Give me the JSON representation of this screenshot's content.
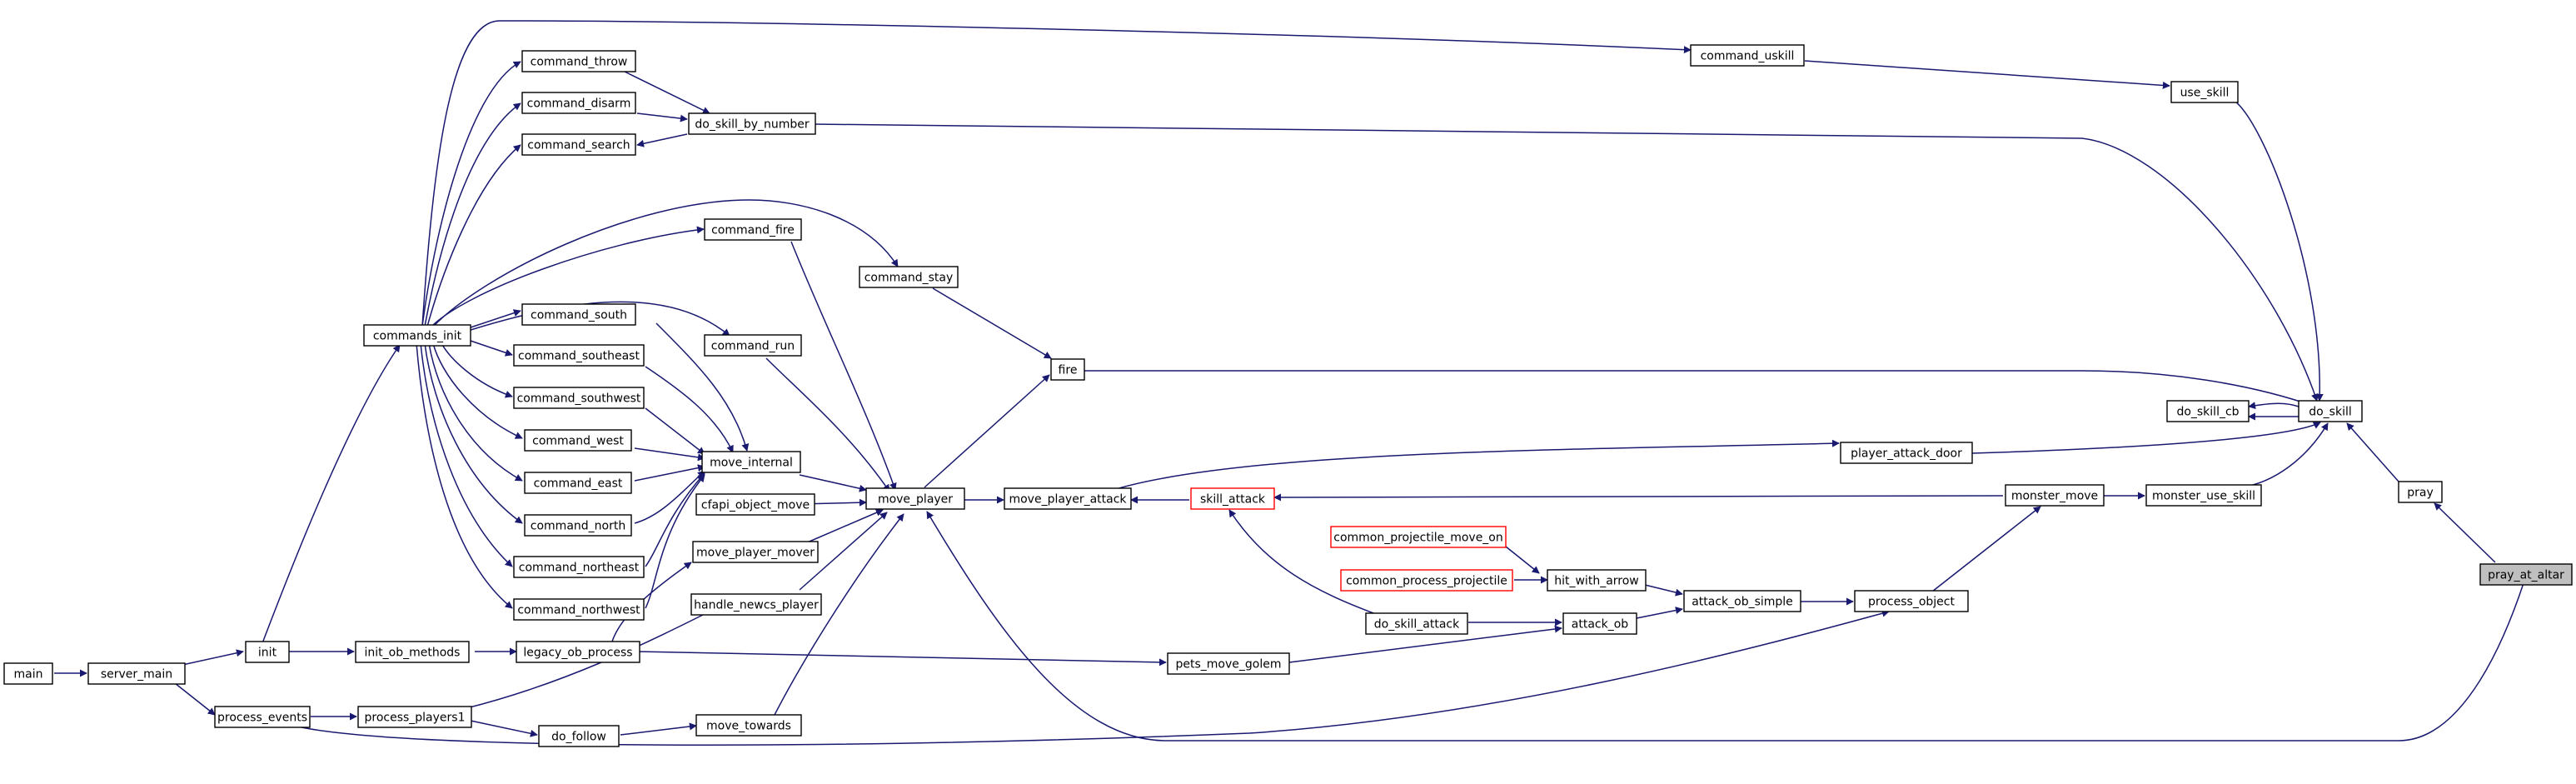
{
  "colors": {
    "edge": "#191970",
    "highlight_node": "#bfbfbf",
    "red_border": "#ff0000",
    "border": "#000000"
  },
  "nodes": [
    {
      "id": "command_throw",
      "label": "command_throw"
    },
    {
      "id": "command_disarm",
      "label": "command_disarm"
    },
    {
      "id": "command_search",
      "label": "command_search"
    },
    {
      "id": "do_skill_by_number",
      "label": "do_skill_by_number"
    },
    {
      "id": "command_uskill",
      "label": "command_uskill"
    },
    {
      "id": "use_skill",
      "label": "use_skill"
    },
    {
      "id": "command_fire",
      "label": "command_fire"
    },
    {
      "id": "command_stay",
      "label": "command_stay"
    },
    {
      "id": "command_south",
      "label": "command_south"
    },
    {
      "id": "commands_init",
      "label": "commands_init"
    },
    {
      "id": "command_run",
      "label": "command_run"
    },
    {
      "id": "command_southeast",
      "label": "command_southeast"
    },
    {
      "id": "fire",
      "label": "fire"
    },
    {
      "id": "command_southwest",
      "label": "command_southwest"
    },
    {
      "id": "do_skill_cb",
      "label": "do_skill_cb"
    },
    {
      "id": "do_skill",
      "label": "do_skill"
    },
    {
      "id": "command_west",
      "label": "command_west"
    },
    {
      "id": "player_attack_door",
      "label": "player_attack_door"
    },
    {
      "id": "move_internal",
      "label": "move_internal"
    },
    {
      "id": "command_east",
      "label": "command_east"
    },
    {
      "id": "pray",
      "label": "pray"
    },
    {
      "id": "monster_move",
      "label": "monster_move"
    },
    {
      "id": "monster_use_skill",
      "label": "monster_use_skill"
    },
    {
      "id": "move_player",
      "label": "move_player"
    },
    {
      "id": "move_player_attack",
      "label": "move_player_attack"
    },
    {
      "id": "skill_attack",
      "label": "skill_attack",
      "red": true
    },
    {
      "id": "cfapi_object_move",
      "label": "cfapi_object_move"
    },
    {
      "id": "command_north",
      "label": "command_north"
    },
    {
      "id": "common_projectile_move_on",
      "label": "common_projectile_move_on",
      "red": true
    },
    {
      "id": "command_northeast",
      "label": "command_northeast"
    },
    {
      "id": "move_player_mover",
      "label": "move_player_mover"
    },
    {
      "id": "pray_at_altar",
      "label": "pray_at_altar",
      "highlight": true
    },
    {
      "id": "common_process_projectile",
      "label": "common_process_projectile",
      "red": true
    },
    {
      "id": "hit_with_arrow",
      "label": "hit_with_arrow"
    },
    {
      "id": "handle_newcs_player",
      "label": "handle_newcs_player"
    },
    {
      "id": "command_northwest",
      "label": "command_northwest"
    },
    {
      "id": "attack_ob_simple",
      "label": "attack_ob_simple"
    },
    {
      "id": "process_object",
      "label": "process_object"
    },
    {
      "id": "do_skill_attack",
      "label": "do_skill_attack"
    },
    {
      "id": "attack_ob",
      "label": "attack_ob"
    },
    {
      "id": "init",
      "label": "init"
    },
    {
      "id": "init_ob_methods",
      "label": "init_ob_methods"
    },
    {
      "id": "legacy_ob_process",
      "label": "legacy_ob_process"
    },
    {
      "id": "pets_move_golem",
      "label": "pets_move_golem"
    },
    {
      "id": "main",
      "label": "main"
    },
    {
      "id": "server_main",
      "label": "server_main"
    },
    {
      "id": "process_events",
      "label": "process_events"
    },
    {
      "id": "process_players1",
      "label": "process_players1"
    },
    {
      "id": "move_towards",
      "label": "move_towards"
    },
    {
      "id": "do_follow",
      "label": "do_follow"
    }
  ]
}
